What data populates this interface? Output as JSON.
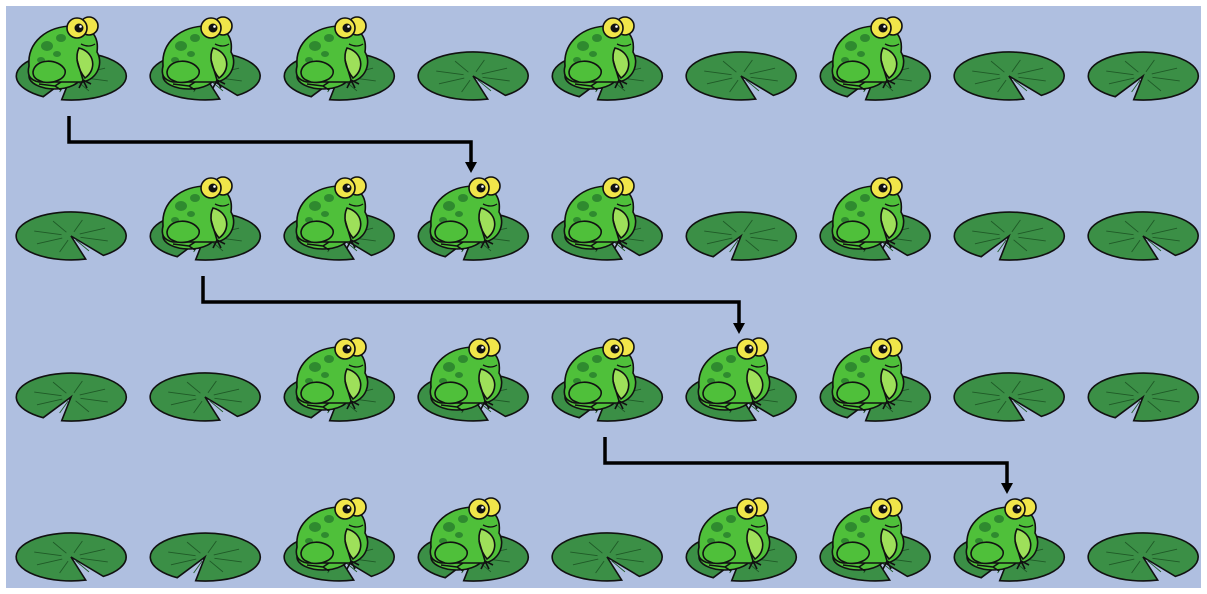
{
  "colors": {
    "pond": "#afbfe0",
    "pad": "#3b8f46",
    "pad_outline": "#111111",
    "frog_body": "#4fc03a",
    "frog_belly": "#9ee05a",
    "frog_spots": "#2f8a2f",
    "frog_eye": "#f1e64a",
    "arrow": "#000000"
  },
  "rows": [
    {
      "frogs": [
        true,
        true,
        true,
        false,
        true,
        false,
        true,
        false,
        false
      ]
    },
    {
      "frogs": [
        false,
        true,
        true,
        true,
        true,
        false,
        true,
        false,
        false
      ]
    },
    {
      "frogs": [
        false,
        false,
        true,
        true,
        true,
        true,
        true,
        false,
        false
      ]
    },
    {
      "frogs": [
        false,
        false,
        true,
        true,
        false,
        true,
        true,
        true,
        false
      ]
    }
  ],
  "moves": [
    {
      "from_row": 0,
      "from_pad": 0,
      "to_row": 1,
      "to_pad": 3
    },
    {
      "from_row": 1,
      "from_pad": 1,
      "to_row": 2,
      "to_pad": 5
    },
    {
      "from_row": 2,
      "from_pad": 4,
      "to_row": 3,
      "to_pad": 7
    }
  ]
}
